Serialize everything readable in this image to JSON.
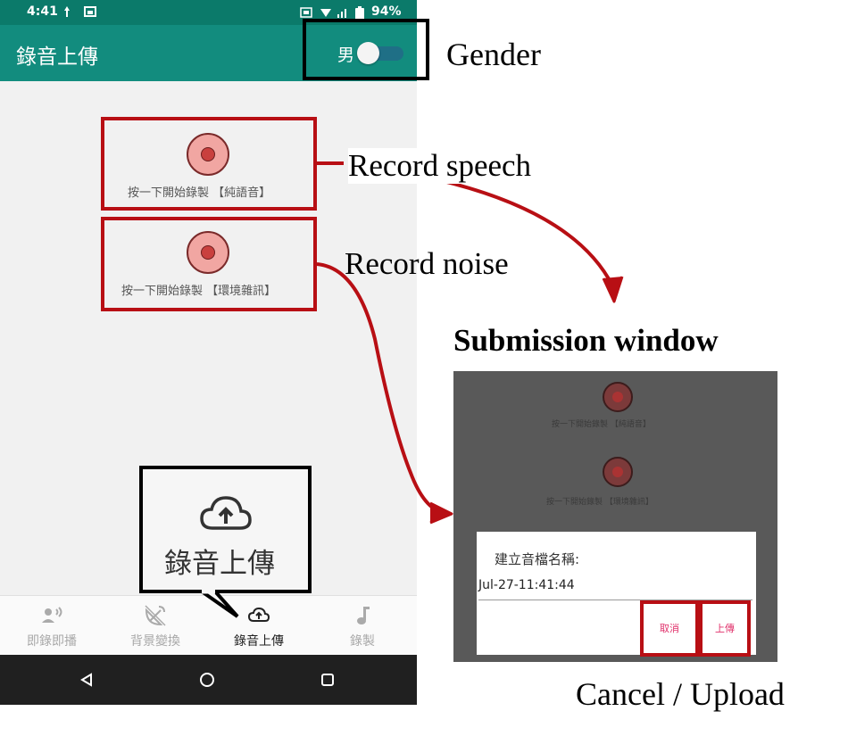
{
  "status_bar": {
    "time": "4:41",
    "battery": "94%"
  },
  "app_bar": {
    "title": "錄音上傳",
    "gender_label": "男"
  },
  "record_speech": {
    "label": "按一下開始錄製 【純語音】"
  },
  "record_noise": {
    "label": "按一下開始錄製 【環境雜訊】"
  },
  "callout": {
    "label": "錄音上傳"
  },
  "bottom_nav": {
    "items": [
      {
        "label": "即錄即播"
      },
      {
        "label": "背景變換"
      },
      {
        "label": "錄音上傳"
      },
      {
        "label": "錄製"
      }
    ]
  },
  "annotations": {
    "gender": "Gender",
    "record_speech": "Record speech",
    "record_noise": "Record noise",
    "submission_window": "Submission window",
    "cancel_upload": "Cancel / Upload"
  },
  "submission_window": {
    "speech_label": "按一下開始錄製 【純語音】",
    "noise_label": "按一下開始錄製 【環境雜訊】",
    "dialog_title": "建立音檔名稱:",
    "filename_value": "Jul-27-11:41:44",
    "cancel_label": "取消",
    "upload_label": "上傳"
  },
  "colors": {
    "app_bar": "#128c7e",
    "status_bar": "#0b7a6a",
    "highlight_box": "#b80f14",
    "record_button": "#f1a6a2"
  }
}
